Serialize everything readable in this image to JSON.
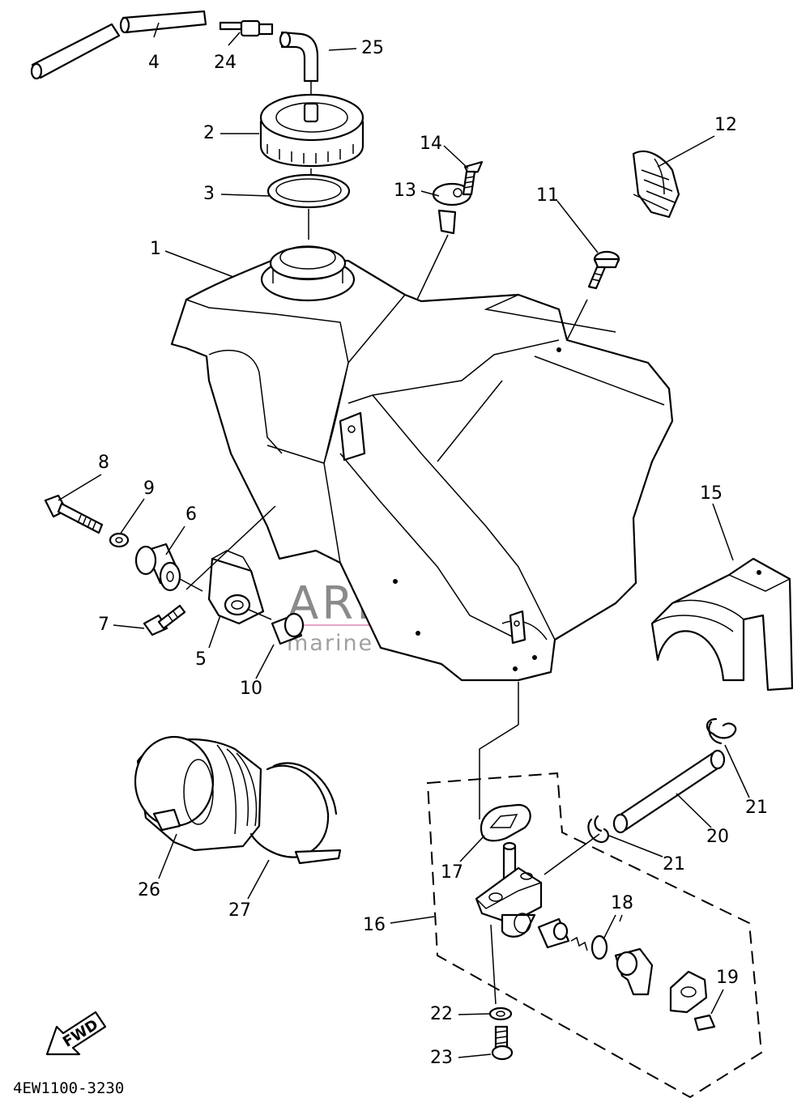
{
  "diagram": {
    "part_code": "4EW1100-3230",
    "fwd_label": "FWD",
    "watermark": {
      "brand": "ARMADA",
      "tagline": "marine outboards"
    },
    "callouts": {
      "c1": "1",
      "c2": "2",
      "c3": "3",
      "c4": "4",
      "c5": "5",
      "c6": "6",
      "c7": "7",
      "c8": "8",
      "c9": "9",
      "c10": "10",
      "c11": "11",
      "c12": "12",
      "c13": "13",
      "c14": "14",
      "c15": "15",
      "c16": "16",
      "c17": "17",
      "c18": "18",
      "c19": "19",
      "c20": "20",
      "c21a": "21",
      "c21b": "21",
      "c22": "22",
      "c23": "23",
      "c24": "24",
      "c25": "25",
      "c26": "26",
      "c27": "27"
    },
    "colors": {
      "line": "#000000",
      "watermark_pink": "#e7a6c6",
      "watermark_gray": "#8a8a8a"
    }
  }
}
